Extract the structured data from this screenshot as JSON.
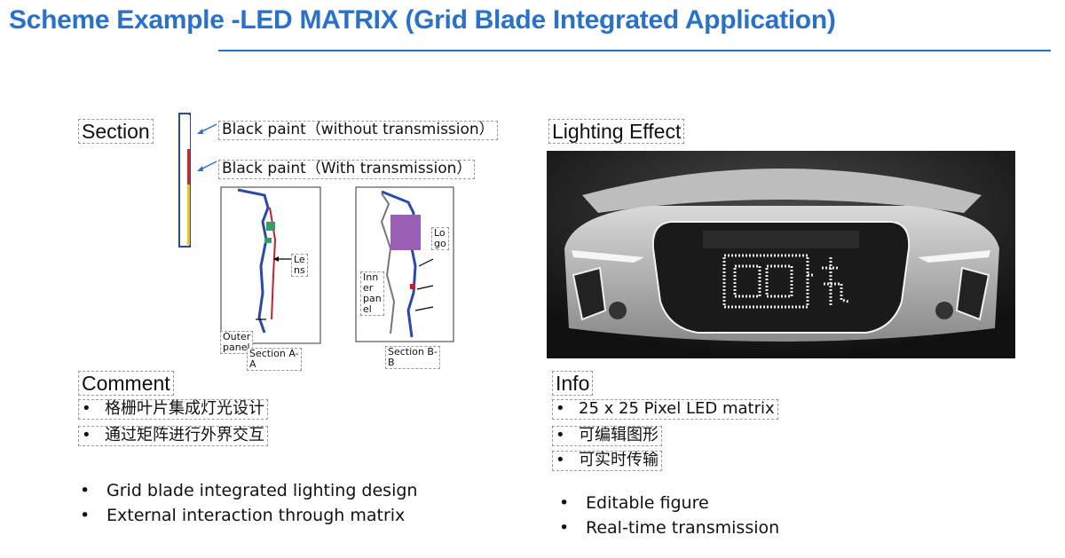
{
  "title": "Scheme Example -LED MATRIX (Grid Blade Integrated Application)",
  "left": {
    "section_header": "Section",
    "paint_label_1": "Black paint（without transmission）",
    "paint_label_2": "Black paint（With transmission）",
    "section_a": {
      "lens": "Le\nns",
      "outer_panel": "Outer\npanel",
      "caption": "Section A-\nA"
    },
    "section_b": {
      "logo": "Lo\ngo",
      "inner_panel": "Inn\ner\npan\nel",
      "caption": "Section B-\nB"
    },
    "comment_header": "Comment",
    "comment_items": [
      "格栅叶片集成灯光设计",
      "通过矩阵进行外界交互"
    ],
    "bullet": "•",
    "english_items": [
      "Grid blade integrated lighting design",
      "External interaction through matrix"
    ]
  },
  "right": {
    "lighting_header": "Lighting Effect",
    "info_header": "Info",
    "info_items": [
      "25 x 25 Pixel LED matrix",
      "可编辑图形",
      "可实时传输"
    ],
    "english_items": [
      "Editable figure",
      "Real-time transmission"
    ]
  },
  "colors": {
    "accent": "#2a72c8",
    "strip_red": "#e02020",
    "strip_yellow": "#f2c21a",
    "logo_purple": "#9a5fb4"
  }
}
